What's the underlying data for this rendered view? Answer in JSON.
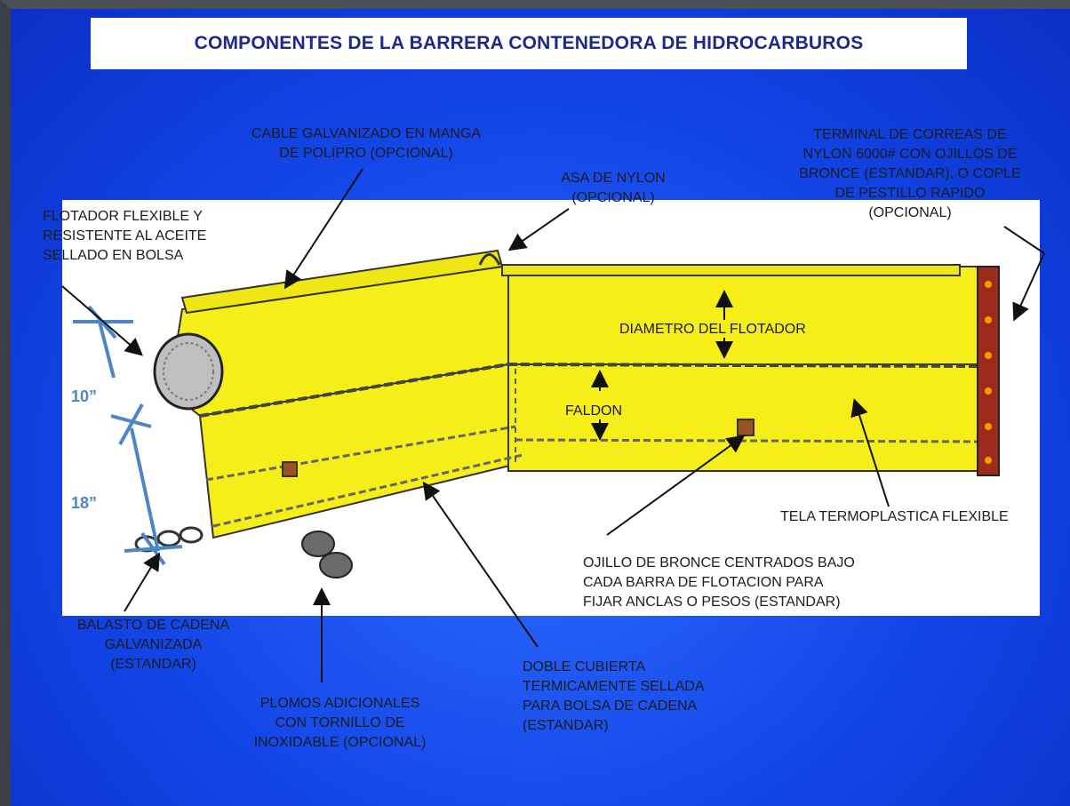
{
  "title": "COMPONENTES DE LA BARRERA CONTENEDORA DE HIDROCARBUROS",
  "labels": {
    "cable": "CABLE GALVANIZADO EN MANGA\nDE POLIPRO (OPCIONAL)",
    "asa": "ASA DE NYLON\n(OPCIONAL)",
    "terminal": "TERMINAL DE CORREAS DE\nNYLON 6000# CON OJILLOS DE\nBRONCE (ESTANDAR), O COPLE\nDE PESTILLO RAPIDO\n(OPCIONAL)",
    "flotador": "FLOTADOR FLEXIBLE Y\nRESISTENTE AL ACEITE\nSELLADO EN BOLSA",
    "diametro": "DIAMETRO DEL FLOTADOR",
    "faldon": "FALDON",
    "tela": "TELA TERMOPLASTICA FLEXIBLE",
    "ojillo": "OJILLO DE BRONCE CENTRADOS BAJO\nCADA BARRA DE FLOTACION PARA\nFIJAR ANCLAS O PESOS (ESTANDAR)",
    "balasto": "BALASTO DE CADENA\nGALVANIZADA\n(ESTANDAR)",
    "plomos": "PLOMOS ADICIONALES\nCON TORNILLO DE\nINOXIDABLE (OPCIONAL)",
    "doble": "DOBLE CUBIERTA\nTERMICAMENTE SELLADA\nPARA BOLSA DE CADENA\n(ESTANDAR)"
  },
  "dimensions": {
    "float_height": "10”",
    "skirt_depth": "18”"
  },
  "colors": {
    "background": "#1245e8",
    "title_text": "#1a2a8c",
    "boom_yellow": "#f5ee18",
    "dimension_blue": "#4d86c6"
  }
}
